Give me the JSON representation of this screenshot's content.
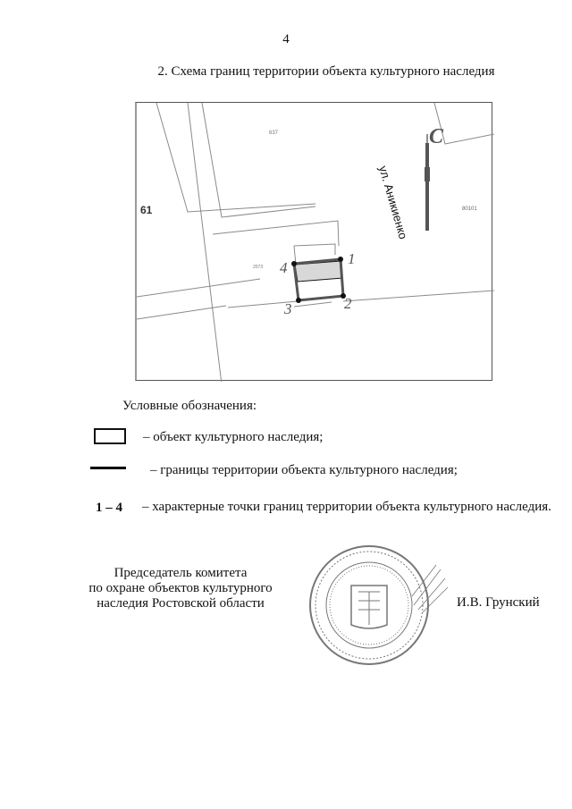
{
  "page": {
    "page_number": "4",
    "title": "2. Схема границ территории объекта культурного наследия"
  },
  "map": {
    "parcel_labels": {
      "p61": "61",
      "p637": "637",
      "p2073": "2073",
      "p80101": "80101"
    },
    "street_label": "ул. Аникиенко",
    "north_arrow_label": "С",
    "boundary_points": [
      "1",
      "2",
      "3",
      "4"
    ],
    "colors": {
      "parcel_lines": "#8a8a8a",
      "boundary": "#555555",
      "object_fill": "#d8d8d8"
    }
  },
  "legend": {
    "title": "Условные обозначения:",
    "items": [
      {
        "symbol": "box",
        "text": "– объект культурного наследия;"
      },
      {
        "symbol": "line",
        "text": "– границы территории объекта культурного наследия;"
      },
      {
        "symbol": "1 – 4",
        "text": "– характерные точки границ территории объекта культурного наследия."
      }
    ]
  },
  "signature": {
    "position_lines": [
      "Председатель комитета",
      "по охране объектов культурного",
      "наследия Ростовской области"
    ],
    "name": "И.В. Грунский",
    "stamp_label": "official-seal"
  }
}
